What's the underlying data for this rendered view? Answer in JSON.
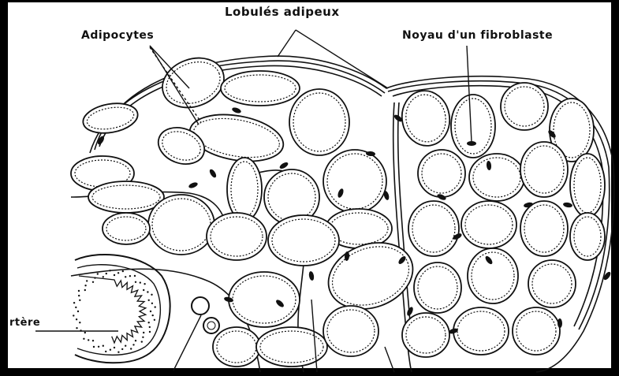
{
  "labels": {
    "lobules": "Lobulés adipeux",
    "adipocytes": "Adipocytes",
    "noyau": "Noyau d'un fibroblaste",
    "artere": "rtère"
  }
}
